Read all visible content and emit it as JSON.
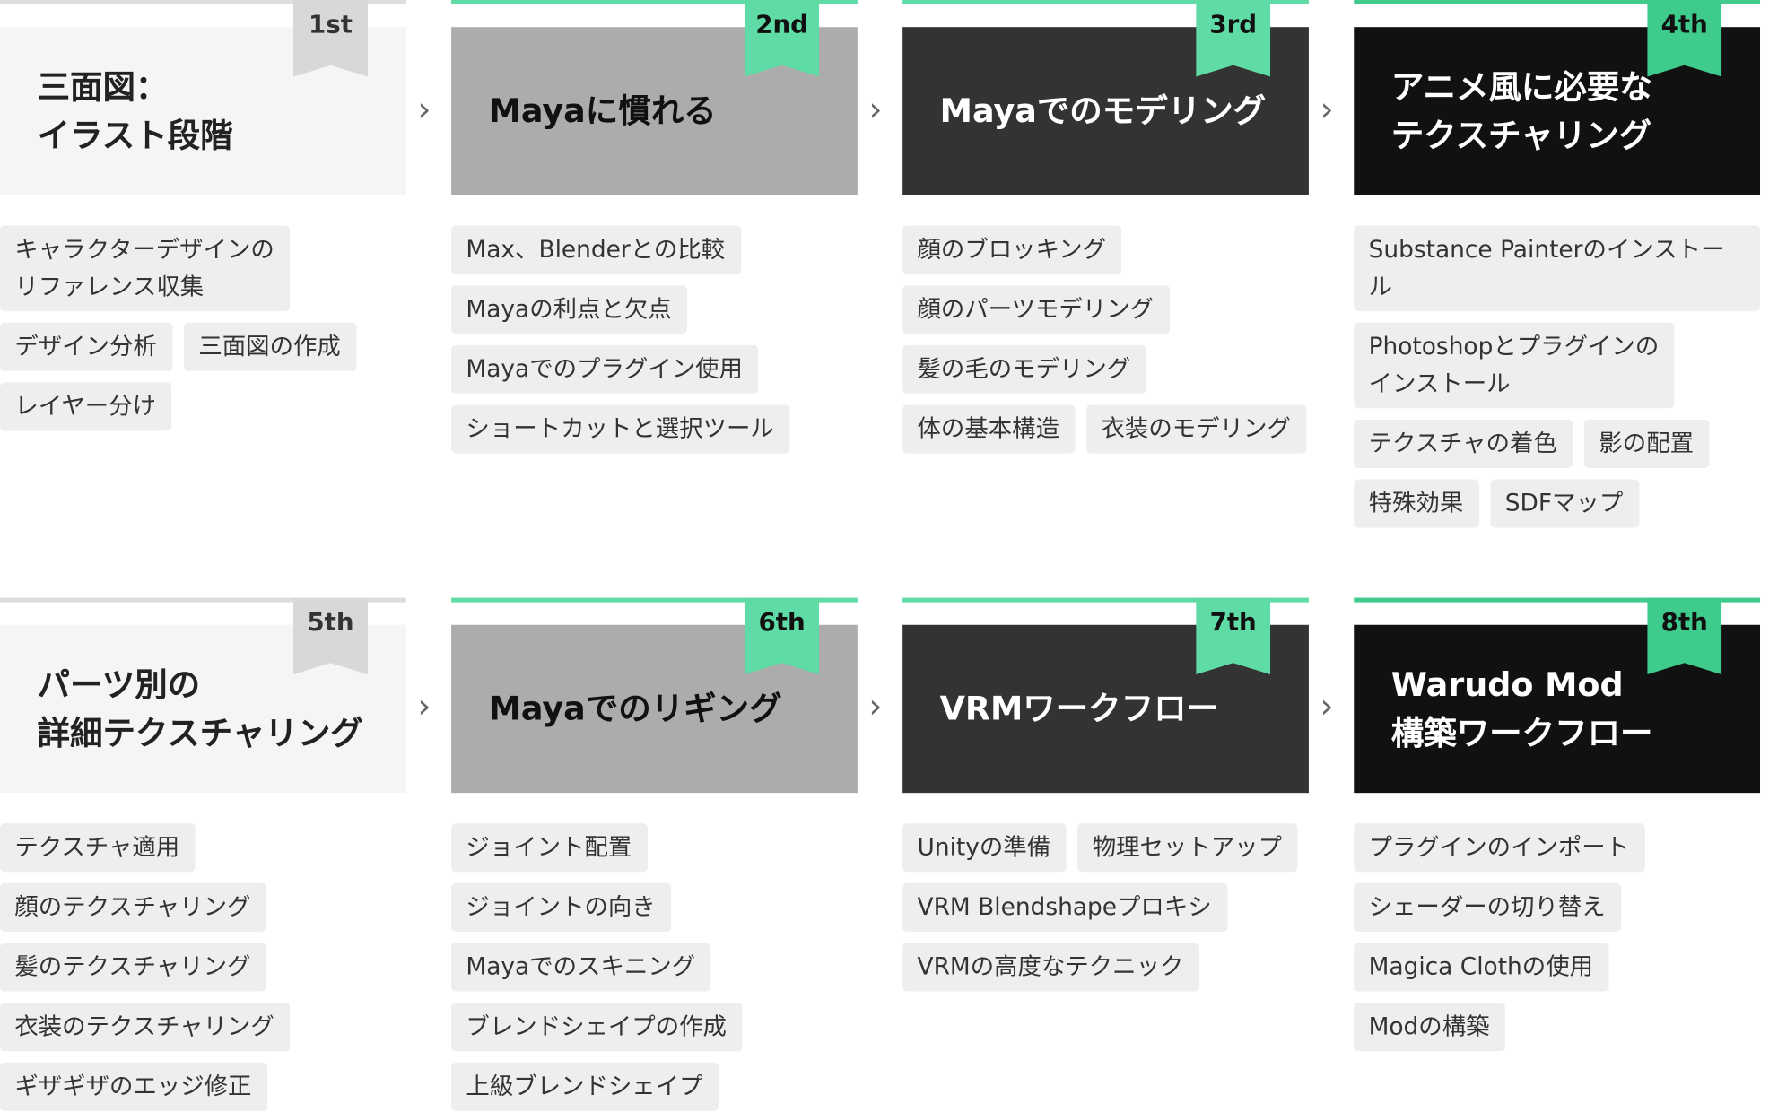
{
  "colors": {
    "tag_bg": "#eeeeee",
    "accent_green": "#5fdca5",
    "accent_green_dark": "#3ecb8b",
    "header_light": "#f5f5f5",
    "header_gray": "#acacac",
    "header_charcoal": "#333333",
    "header_black": "#111111"
  },
  "arrow_icon": "chevron-right-icon",
  "steps": [
    {
      "rank": "1st",
      "title": "三面図：\nイラスト段階",
      "tags": [
        "キャラクターデザインの\nリファレンス収集",
        "デザイン分析",
        "三面図の作成",
        "レイヤー分け"
      ]
    },
    {
      "rank": "2nd",
      "title": "Mayaに慣れる",
      "tags": [
        "Max、Blenderとの比較",
        "Mayaの利点と欠点",
        "Mayaでのプラグイン使用",
        "ショートカットと選択ツール"
      ]
    },
    {
      "rank": "3rd",
      "title": "Mayaでのモデリング",
      "tags": [
        "顔のブロッキング",
        "顔のパーツモデリング",
        "髪の毛のモデリング",
        "体の基本構造",
        "衣装のモデリング"
      ]
    },
    {
      "rank": "4th",
      "title": "アニメ風に必要な\nテクスチャリング",
      "tags": [
        "Substance Painterのインストール",
        "Photoshopとプラグインの\nインストール",
        "テクスチャの着色",
        "影の配置",
        "特殊効果",
        "SDFマップ"
      ]
    },
    {
      "rank": "5th",
      "title": "パーツ別の\n詳細テクスチャリング",
      "tags": [
        "テクスチャ適用",
        "顔のテクスチャリング",
        "髪のテクスチャリング",
        "衣装のテクスチャリング",
        "ギザギザのエッジ修正"
      ]
    },
    {
      "rank": "6th",
      "title": "Mayaでのリギング",
      "tags": [
        "ジョイント配置",
        "ジョイントの向き",
        "Mayaでのスキニング",
        "ブレンドシェイプの作成",
        "上級ブレンドシェイプ"
      ]
    },
    {
      "rank": "7th",
      "title": "VRMワークフロー",
      "tags": [
        "Unityの準備",
        "物理セットアップ",
        "VRM Blendshapeプロキシ",
        "VRMの高度なテクニック"
      ]
    },
    {
      "rank": "8th",
      "title": "Warudo Mod\n構築ワークフロー",
      "tags": [
        "プラグインのインポート",
        "シェーダーの切り替え",
        "Magica Clothの使用",
        "Modの構築"
      ]
    }
  ]
}
